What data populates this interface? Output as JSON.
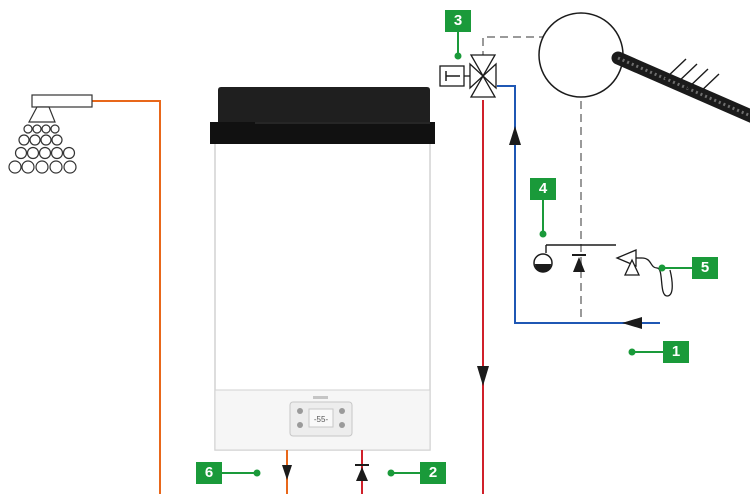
{
  "callouts": [
    {
      "id": "1",
      "label": "1"
    },
    {
      "id": "2",
      "label": "2"
    },
    {
      "id": "3",
      "label": "3"
    },
    {
      "id": "4",
      "label": "4"
    },
    {
      "id": "5",
      "label": "5"
    },
    {
      "id": "6",
      "label": "6"
    }
  ],
  "boiler": {
    "display_text": "-55-"
  },
  "colors": {
    "callout_green": "#1a9a3a",
    "hot_water_orange": "#e8671a",
    "flow_red": "#d0202a",
    "cold_blue": "#1f57b4",
    "dashed_gray": "#9a9a9a",
    "boiler_cap": "#1f1f1f"
  },
  "icons": [
    "shower-head-icon",
    "boiler-icon",
    "three-way-valve-icon",
    "expansion-vessel-icon",
    "check-valve-icon",
    "safety-valve-icon",
    "heat-source-icon"
  ]
}
